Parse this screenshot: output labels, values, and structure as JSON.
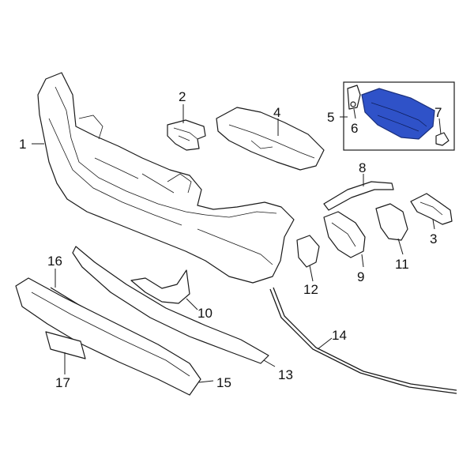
{
  "diagram": {
    "highlight_color": "#2f52c8",
    "callouts": [
      {
        "id": "c1",
        "label": "1"
      },
      {
        "id": "c2",
        "label": "2"
      },
      {
        "id": "c3",
        "label": "3"
      },
      {
        "id": "c4",
        "label": "4"
      },
      {
        "id": "c5",
        "label": "5"
      },
      {
        "id": "c6",
        "label": "6"
      },
      {
        "id": "c7",
        "label": "7"
      },
      {
        "id": "c8",
        "label": "8"
      },
      {
        "id": "c9",
        "label": "9"
      },
      {
        "id": "c10",
        "label": "10"
      },
      {
        "id": "c11",
        "label": "11"
      },
      {
        "id": "c12",
        "label": "12"
      },
      {
        "id": "c13",
        "label": "13"
      },
      {
        "id": "c14",
        "label": "14"
      },
      {
        "id": "c15",
        "label": "15"
      },
      {
        "id": "c16",
        "label": "16"
      },
      {
        "id": "c17",
        "label": "17"
      }
    ]
  }
}
